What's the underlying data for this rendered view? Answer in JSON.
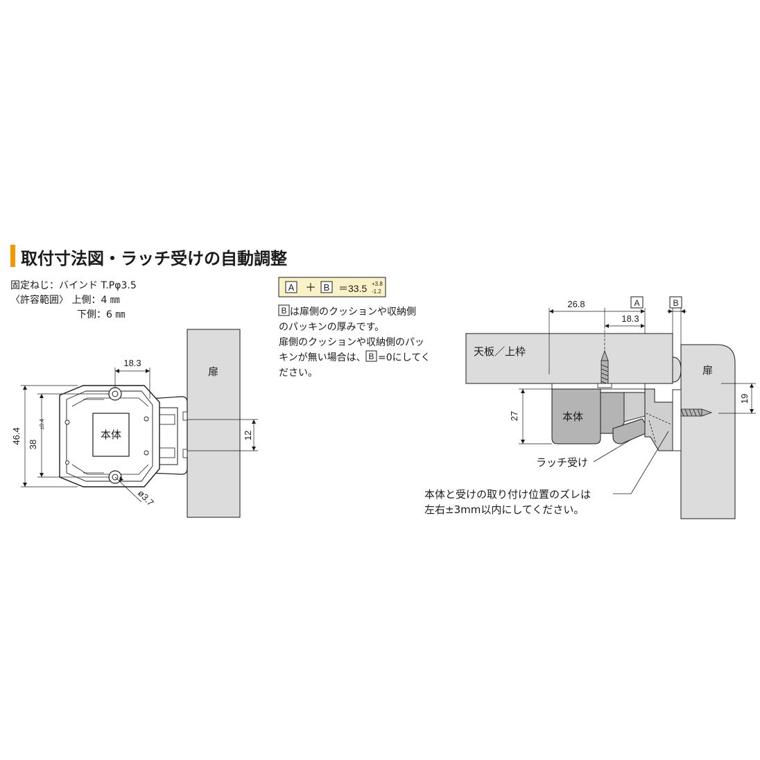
{
  "title": "取付寸法図・ラッチ受けの自動調整",
  "colors": {
    "accent": "#f39800",
    "panel": "#dcdcdc",
    "part": "#b4b4b4",
    "formula_bg": "#fbf1c9",
    "line": "#1a1a1a"
  },
  "screw_info": {
    "line1": "固定ねじ：バインド T.Pφ3.5",
    "line2": "〈許容範囲〉 上側：4 ㎜",
    "line3": "下側：6 ㎜"
  },
  "formula": {
    "box_a": "A",
    "plus": "＋",
    "box_b": "B",
    "equals": "＝33.5",
    "tol_plus": "+3.8",
    "tol_minus": "-1.2"
  },
  "note": {
    "l1_box": "B",
    "l1_text": "は扉側のクッションや収納側",
    "l2": "のパッキンの厚みです。",
    "l3": "扉側のクッションや収納側のパッ",
    "l4_pre": "キンが無い場合は、",
    "l4_box": "B",
    "l4_post": "=0にしてく",
    "l5": "ださい。"
  },
  "left_view": {
    "dim_top": "18.3",
    "dim_height": "46.4",
    "dim_pitch": "38",
    "dim_pitch_tol": "±0.4",
    "dim_offset": "12",
    "dim_hole": "ø3.7",
    "body_label": "本体",
    "door_label": "扉"
  },
  "right_view": {
    "dim_26": "26.8",
    "dim_a_box": "A",
    "dim_b_box": "B",
    "dim_18": "18.3",
    "dim_27": "27",
    "dim_19": "19",
    "top_board_label": "天板／上枠",
    "door_label": "扉",
    "body_label": "本体",
    "latch_label": "ラッチ受け",
    "caution_l1": "本体と受けの取り付け位置のズレは",
    "caution_l2": "左右±3mm以内にしてください。"
  }
}
